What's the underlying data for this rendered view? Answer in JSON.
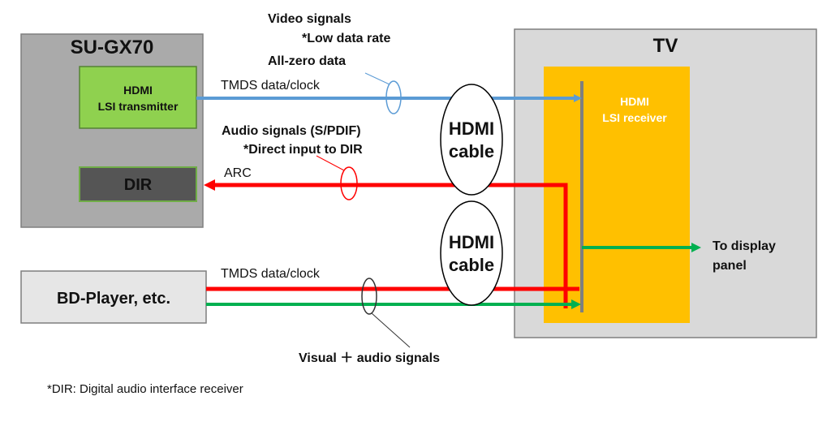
{
  "colors": {
    "device_fill": "#aaaaaa",
    "tv_fill": "#d9d9d9",
    "transmitter_fill": "#8fd14f",
    "dir_fill": "#555555",
    "receiver_fill": "#ffc000",
    "tmds_line": "#5b9bd5",
    "arc_line": "#ff0000",
    "visual_line": "#00b050"
  },
  "su_gx70": {
    "title": "SU-GX70",
    "transmitter": {
      "line1": "HDMI",
      "line2": "LSI transmitter"
    },
    "dir": "DIR"
  },
  "tv": {
    "title": "TV",
    "receiver": {
      "line1": "HDMI",
      "line2": "LSI receiver"
    }
  },
  "bd_player": {
    "label": "BD-Player, etc."
  },
  "top_link": {
    "line_label": "TMDS data/clock",
    "note_line1": "Video signals",
    "note_line2": "*Low data rate",
    "note_line3": "All-zero data"
  },
  "arc_link": {
    "line_label": "ARC",
    "note_line1": "Audio signals (S/PDIF)",
    "note_line2": "*Direct input to DIR"
  },
  "bottom_link": {
    "line_label": "TMDS data/clock",
    "note": "Visual ＋ audio signals"
  },
  "cables": [
    {
      "line1": "HDMI",
      "line2": "cable"
    },
    {
      "line1": "HDMI",
      "line2": "cable"
    }
  ],
  "output": {
    "line1": "To display",
    "line2": "panel"
  },
  "footnote": "*DIR: Digital audio interface receiver"
}
